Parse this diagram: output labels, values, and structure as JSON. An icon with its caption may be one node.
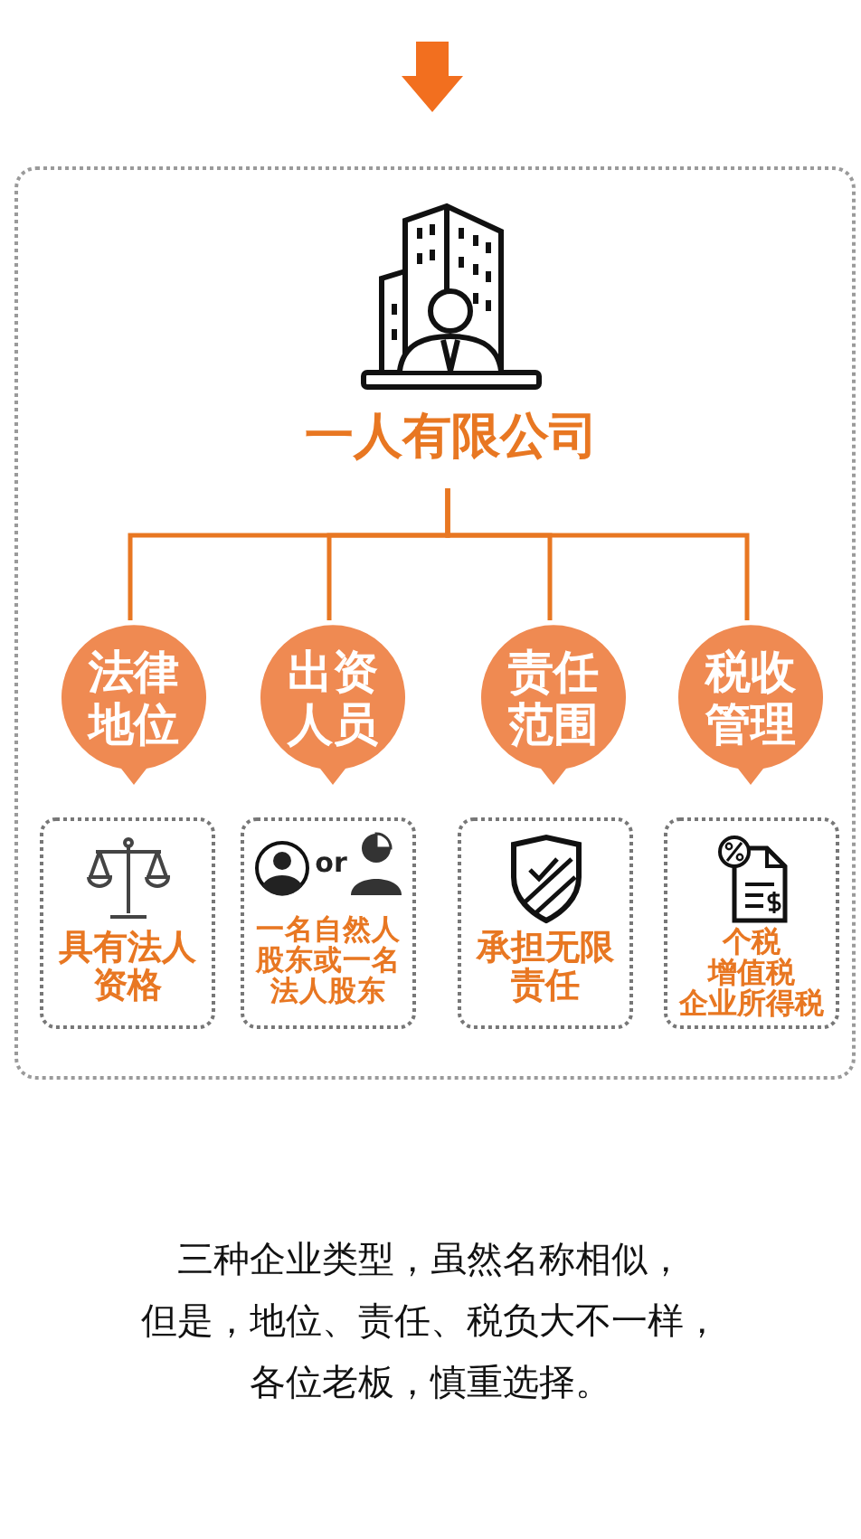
{
  "diagram": {
    "nodes": [
      {
        "text": [],
        "shape": "box"
      },
      {
        "text": [
          "一人有限公司"
        ],
        "in": 0
      },
      {
        "text": [
          "法律地位"
        ],
        "in": 0
      },
      {
        "text": [
          "出资人员"
        ],
        "in": 0
      },
      {
        "text": [
          "责任范围"
        ],
        "in": 0
      },
      {
        "text": [
          "税收管理"
        ],
        "in": 0
      },
      {
        "text": [
          "具有法人资格"
        ],
        "in": 0
      },
      {
        "text": [
          "or",
          "一名自然人股东或一名法人股东"
        ],
        "in": 0
      },
      {
        "text": [
          "承担无限责任"
        ],
        "in": 0
      },
      {
        "text": [
          "个税",
          "增值税",
          "企业所得税"
        ],
        "in": 0
      }
    ],
    "edges": [
      {
        "from": 1,
        "to": 2,
        "arrow": "none"
      },
      {
        "from": 1,
        "to": 3,
        "arrow": "none"
      },
      {
        "from": 1,
        "to": 4,
        "arrow": "none"
      },
      {
        "from": 1,
        "to": 5,
        "arrow": "none"
      }
    ],
    "caption": "三种企业类型，虽然名称相似，但是，地位、责任、税负大不一样，各位老板，慎重选择。"
  }
}
